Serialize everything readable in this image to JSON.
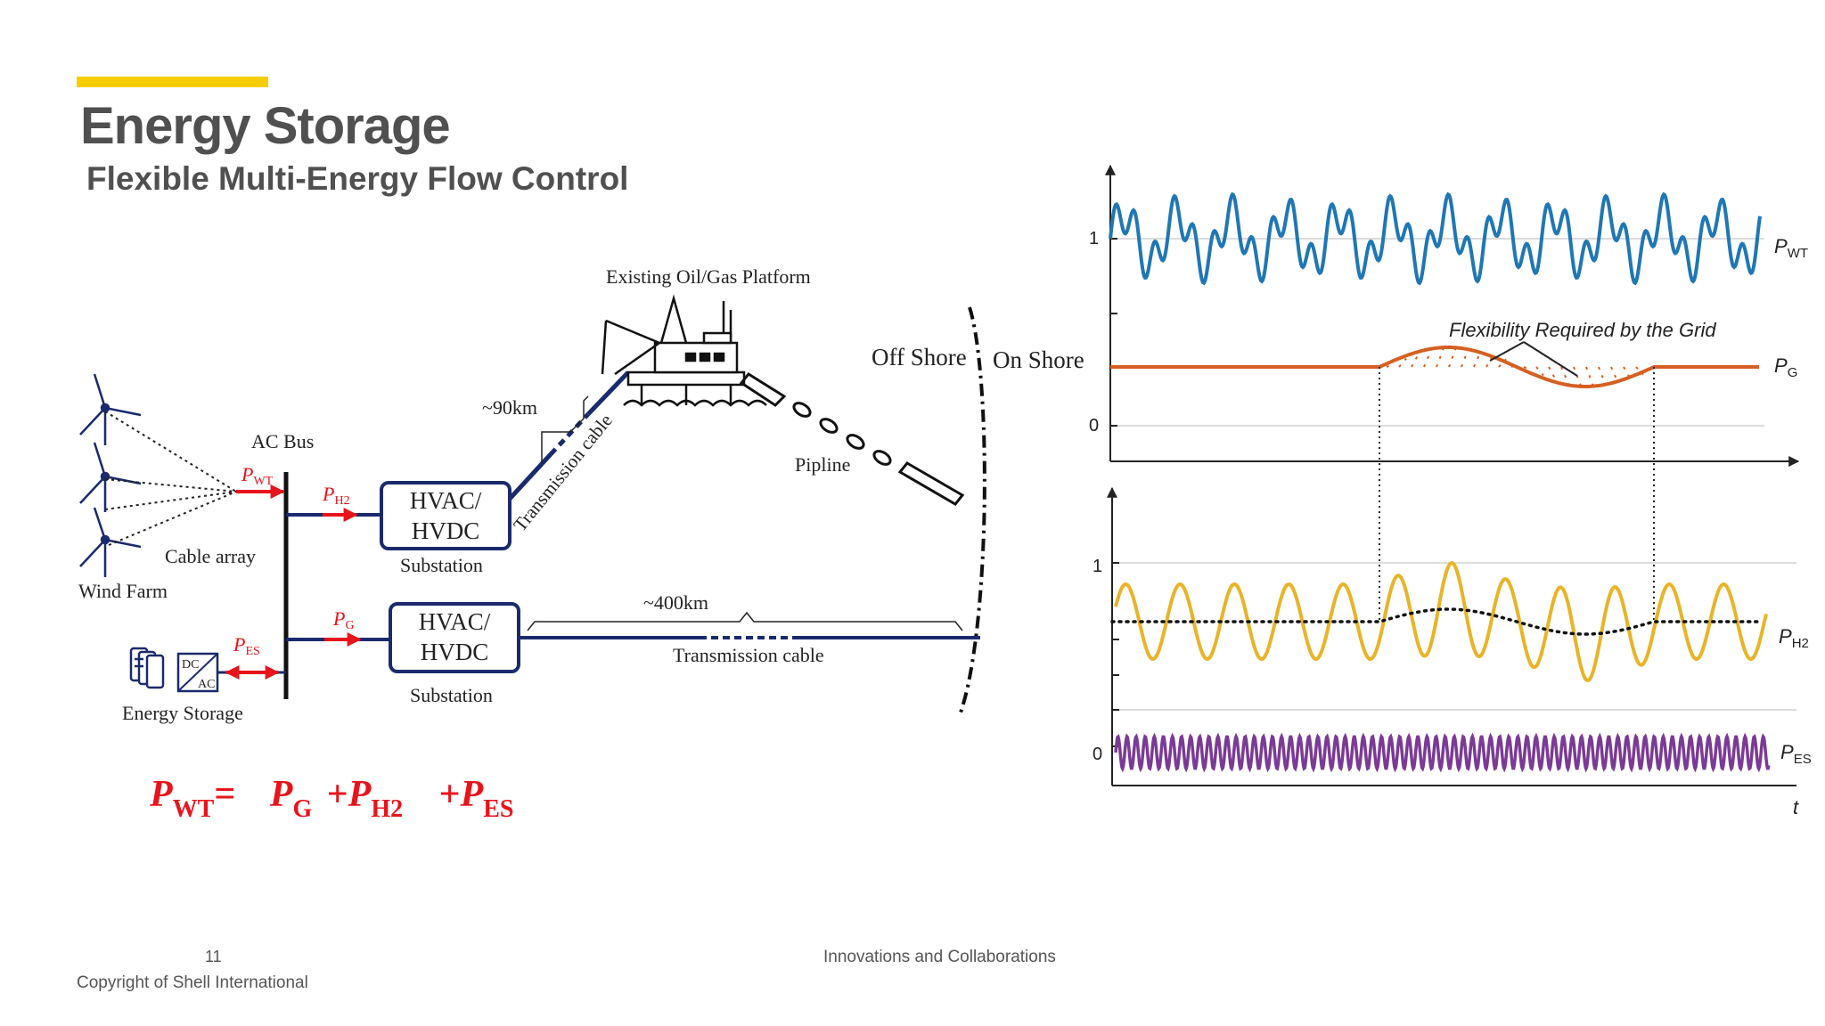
{
  "slide": {
    "title": "Energy Storage",
    "subtitle": "Flexible Multi-Energy Flow Control",
    "page_number": "11",
    "copyright": "Copyright of Shell International",
    "footer_center": "Innovations and Collaborations",
    "accent_color": "#f5cd00"
  },
  "diagram": {
    "platform_label": "Existing Oil/Gas Platform",
    "offshore_label": "Off Shore",
    "onshore_label": "On Shore",
    "distance_90": "~90km",
    "distance_400": "~400km",
    "transmission_cable_diag": "Transmission cable",
    "transmission_cable_lower": "Transmission cable",
    "pipeline_label": "Pipline",
    "ac_bus_label": "AC Bus",
    "cable_array_label": "Cable array",
    "wind_farm_label": "Wind Farm",
    "energy_storage_label": "Energy Storage",
    "converter_dc": "DC",
    "converter_ac": "AC",
    "hvac_hvdc_upper": [
      "HVAC/",
      "HVDC"
    ],
    "hvac_hvdc_lower": [
      "HVAC/",
      "HVDC"
    ],
    "substation_upper": "Substation",
    "substation_lower": "Substation",
    "flow_labels": {
      "wt": {
        "main": "P",
        "sub": "WT"
      },
      "h2": {
        "main": "P",
        "sub": "H2"
      },
      "g": {
        "main": "P",
        "sub": "G"
      },
      "es": {
        "main": "P",
        "sub": "ES"
      }
    },
    "equation": {
      "lhs": {
        "main": "P",
        "sub": "WT"
      },
      "eq": "=",
      "terms": [
        {
          "op": "",
          "main": "P",
          "sub": "G"
        },
        {
          "op": "+",
          "main": "P",
          "sub": "H2"
        },
        {
          "op": "+",
          "main": "P",
          "sub": "ES"
        }
      ]
    },
    "colors": {
      "flow_red": "#e8141b",
      "cable_navy": "#1a2a6c"
    }
  },
  "plots": {
    "top": {
      "y_ticks": [
        "1",
        "0"
      ],
      "series": [
        {
          "name": "P",
          "sub": "WT",
          "color": "#1f77b4"
        },
        {
          "name": "P",
          "sub": "G",
          "color": "#d65f22"
        }
      ],
      "annotation": "Flexibility Required by the Grid"
    },
    "bottom": {
      "y_ticks": [
        "1",
        "0"
      ],
      "series": [
        {
          "name": "P",
          "sub": "H2",
          "color": "#e8b428"
        },
        {
          "name": "P",
          "sub": "ES",
          "color": "#7b3a96"
        }
      ],
      "x_label": "t"
    }
  }
}
